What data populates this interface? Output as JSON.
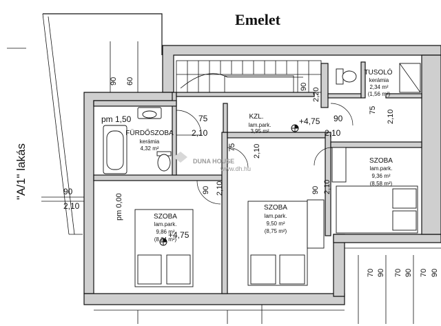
{
  "plan": {
    "title": "Emelet",
    "unit_label": "\"A/1\" lakás",
    "watermark": "DUNA HOUSE",
    "watermark_url": "www.dh.hu"
  },
  "rooms": {
    "furdoszoba": {
      "name": "FÜRDŐSZOBA",
      "floor": "kerámia",
      "area": "4,32 m²"
    },
    "kzl": {
      "name": "KZL.",
      "floor": "lam.park.",
      "area": "3,95 m²"
    },
    "tusolo": {
      "name": "TUSOLÓ",
      "floor": "kerámia",
      "area": "2,34 m²",
      "area2": "(1,56 m²)"
    },
    "szoba_left": {
      "name": "SZOBA",
      "floor": "lam.park.",
      "area": "9,86 m²",
      "area2": "(8,84 m²)"
    },
    "szoba_mid": {
      "name": "SZOBA",
      "floor": "lam.park.",
      "area": "9,50 m²",
      "area2": "(8,75 m²)"
    },
    "szoba_right": {
      "name": "SZOBA",
      "floor": "lam.park.",
      "area": "9,36 m²",
      "area2": "(8,58 m²)"
    }
  },
  "levels": {
    "l1": "+4,75",
    "l2": "+4,75"
  },
  "dims": {
    "top_90": "90",
    "top_60": "60",
    "pm150": "pm 1,50",
    "d75a": "75",
    "d210a": "2,10",
    "d90a": "90",
    "d210b": "2,10",
    "d75b": "75",
    "d210c": "2,10",
    "d90b": "90",
    "d210d": "2,10",
    "d90c": "90",
    "d210e": "2,10",
    "d210f": "2,10",
    "d220": "2,20",
    "d90d": "90",
    "d210g": "2,10",
    "pm000": "pm 0,00",
    "left90": "90",
    "left210": "2,10",
    "b70a": "70",
    "b90a": "90",
    "b70b": "70",
    "b90b": "90",
    "b70c": "70",
    "b90c": "90"
  }
}
